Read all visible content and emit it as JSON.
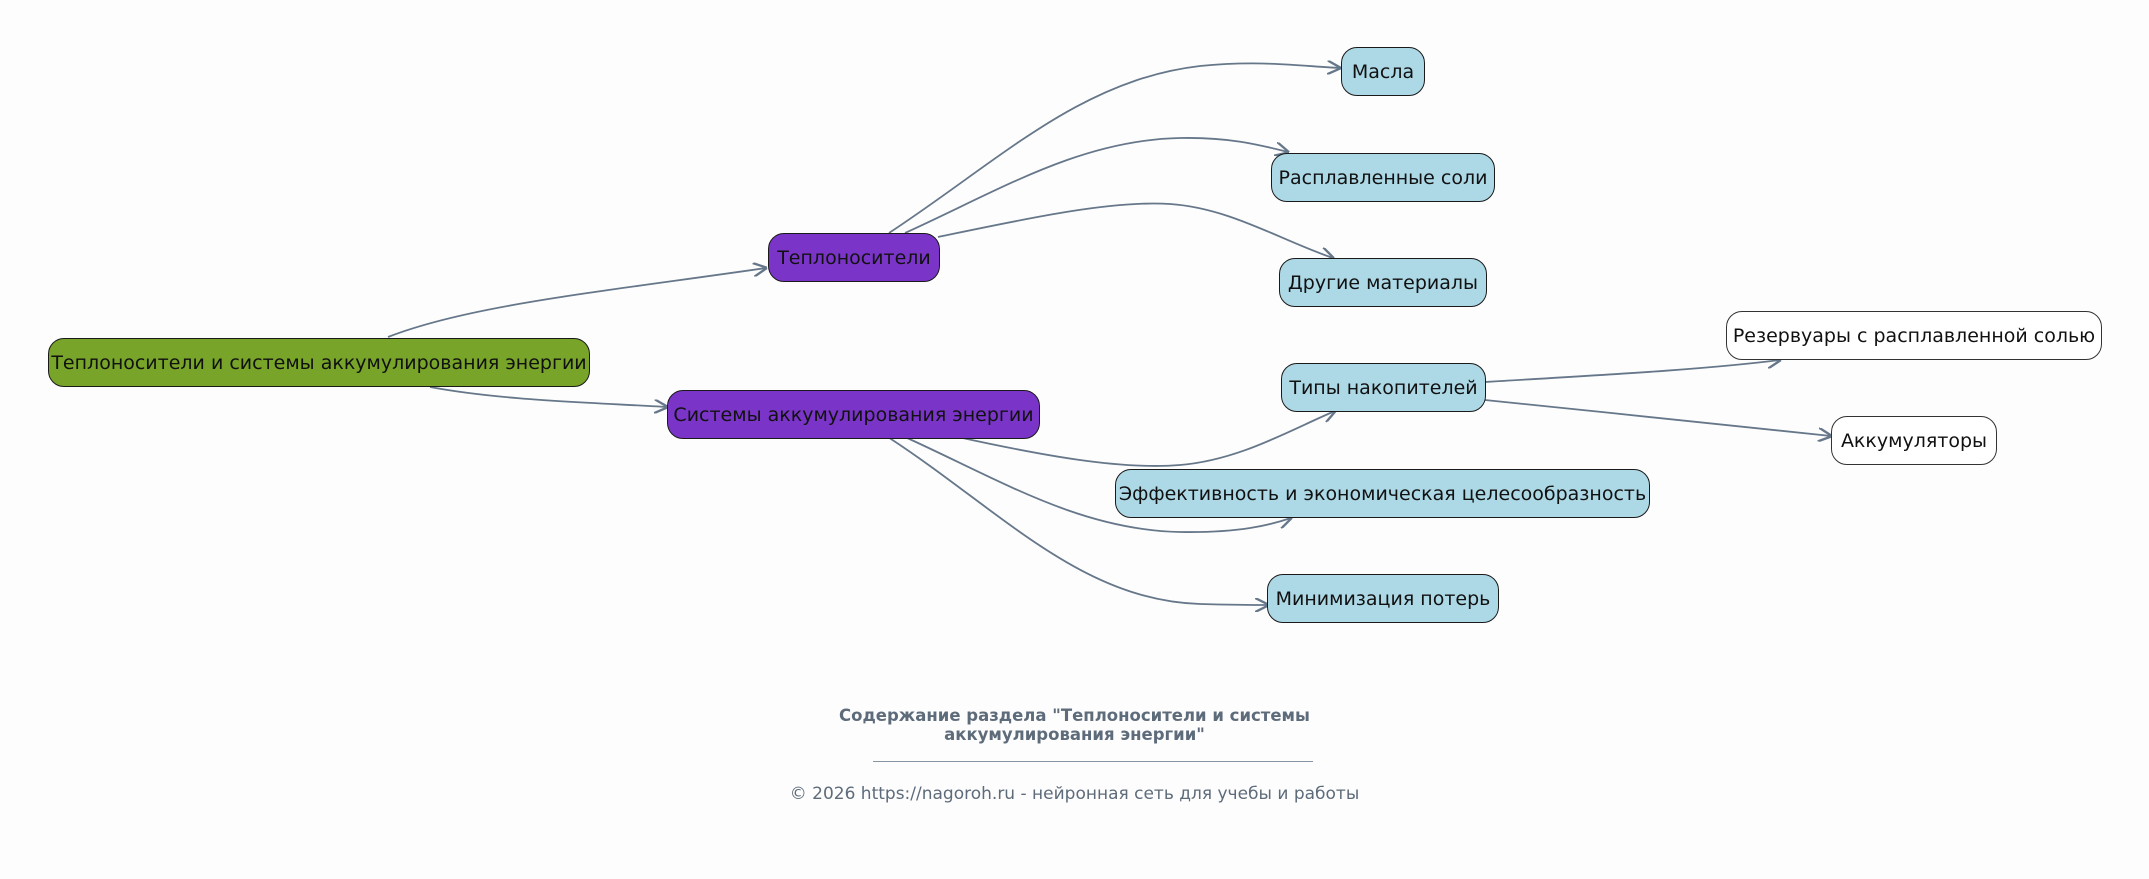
{
  "diagram": {
    "nodes": [
      {
        "id": "root",
        "label": "Теплоносители и системы аккумулирования энергии",
        "level": 0
      },
      {
        "id": "heat_carriers",
        "label": "Теплоносители",
        "level": 1
      },
      {
        "id": "storage_systems",
        "label": "Системы аккумулирования энергии",
        "level": 1
      },
      {
        "id": "oils",
        "label": "Масла",
        "level": 2
      },
      {
        "id": "molten_salts",
        "label": "Расплавленные соли",
        "level": 2
      },
      {
        "id": "other_materials",
        "label": "Другие материалы",
        "level": 2
      },
      {
        "id": "storage_types",
        "label": "Типы накопителей",
        "level": 2
      },
      {
        "id": "efficiency",
        "label": "Эффективность и экономическая целесообразность",
        "level": 2
      },
      {
        "id": "loss_minimization",
        "label": "Минимизация потерь",
        "level": 2
      },
      {
        "id": "molten_salt_tanks",
        "label": "Резервуары с расплавленной солью",
        "level": 3
      },
      {
        "id": "batteries",
        "label": "Аккумуляторы",
        "level": 3
      }
    ],
    "edges": [
      {
        "from": "root",
        "to": "heat_carriers"
      },
      {
        "from": "root",
        "to": "storage_systems"
      },
      {
        "from": "heat_carriers",
        "to": "oils"
      },
      {
        "from": "heat_carriers",
        "to": "molten_salts"
      },
      {
        "from": "heat_carriers",
        "to": "other_materials"
      },
      {
        "from": "storage_systems",
        "to": "storage_types"
      },
      {
        "from": "storage_systems",
        "to": "efficiency"
      },
      {
        "from": "storage_systems",
        "to": "loss_minimization"
      },
      {
        "from": "storage_types",
        "to": "molten_salt_tanks"
      },
      {
        "from": "storage_types",
        "to": "batteries"
      }
    ],
    "colors": {
      "root": "#77a429",
      "level1": "#7a35c8",
      "level2": "#add8e6",
      "level3": "#ffffff",
      "edge": "#66778a"
    }
  },
  "caption": {
    "title_line1": "Содержание раздела \"Теплоносители и системы",
    "title_line2": "аккумулирования энергии\"",
    "footer": "© 2026 https://nagoroh.ru - нейронная сеть для учебы и работы"
  }
}
